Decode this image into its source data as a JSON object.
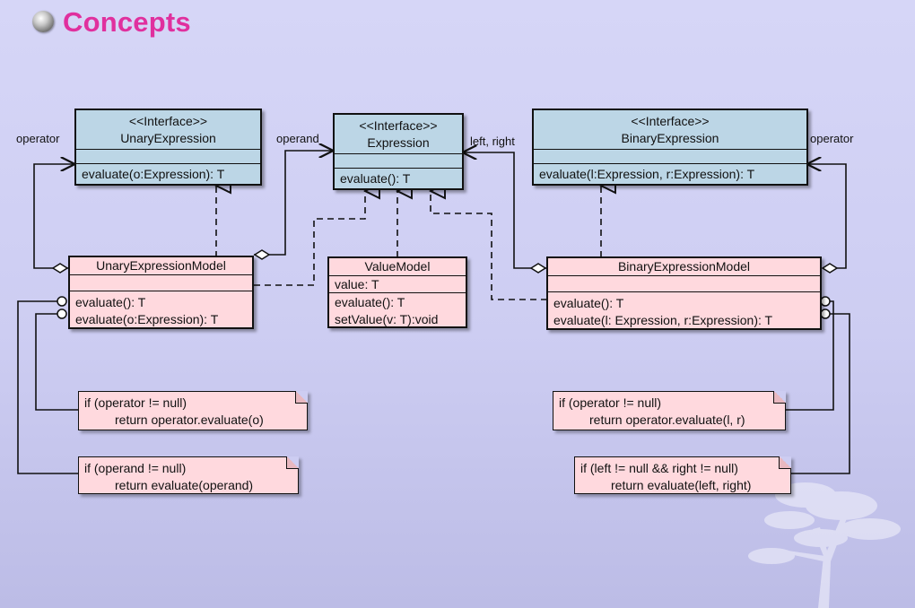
{
  "slide": {
    "title": "Concepts"
  },
  "interfaces": {
    "unary": {
      "stereotype": "<<Interface>>",
      "name": "UnaryExpression",
      "method": "evaluate(o:Expression): T"
    },
    "expression": {
      "stereotype": "<<Interface>>",
      "name": "Expression",
      "method": "evaluate(): T"
    },
    "binary": {
      "stereotype": "<<Interface>>",
      "name": "BinaryExpression",
      "method": "evaluate(l:Expression, r:Expression): T"
    }
  },
  "models": {
    "unary": {
      "name": "UnaryExpressionModel",
      "methods": [
        "evaluate(): T",
        "evaluate(o:Expression): T"
      ]
    },
    "value": {
      "name": "ValueModel",
      "attribute": "value: T",
      "methods": [
        "evaluate(): T",
        "setValue(v: T):void"
      ]
    },
    "binary": {
      "name": "BinaryExpressionModel",
      "methods": [
        "evaluate(): T",
        "evaluate(l: Expression, r:Expression): T"
      ]
    }
  },
  "roles": {
    "operator_left": "operator",
    "operand": "operand",
    "left_right": "left, right",
    "operator_right": "operator"
  },
  "notes": {
    "unary_operator": {
      "line1": "if (operator != null)",
      "line2": "return operator.evaluate(o)"
    },
    "unary_operand": {
      "line1": "if (operand != null)",
      "line2": "return evaluate(operand)"
    },
    "binary_operator": {
      "line1": "if (operator != null)",
      "line2": "return operator.evaluate(l, r)"
    },
    "binary_leftright": {
      "line1": "if (left != null && right != null)",
      "line2": "return evaluate(left, right)"
    }
  },
  "colors": {
    "title": "#e0309e",
    "interface_fill": "#bcd6e6",
    "model_fill": "#ffd9de",
    "background": "#d6d6f7"
  }
}
